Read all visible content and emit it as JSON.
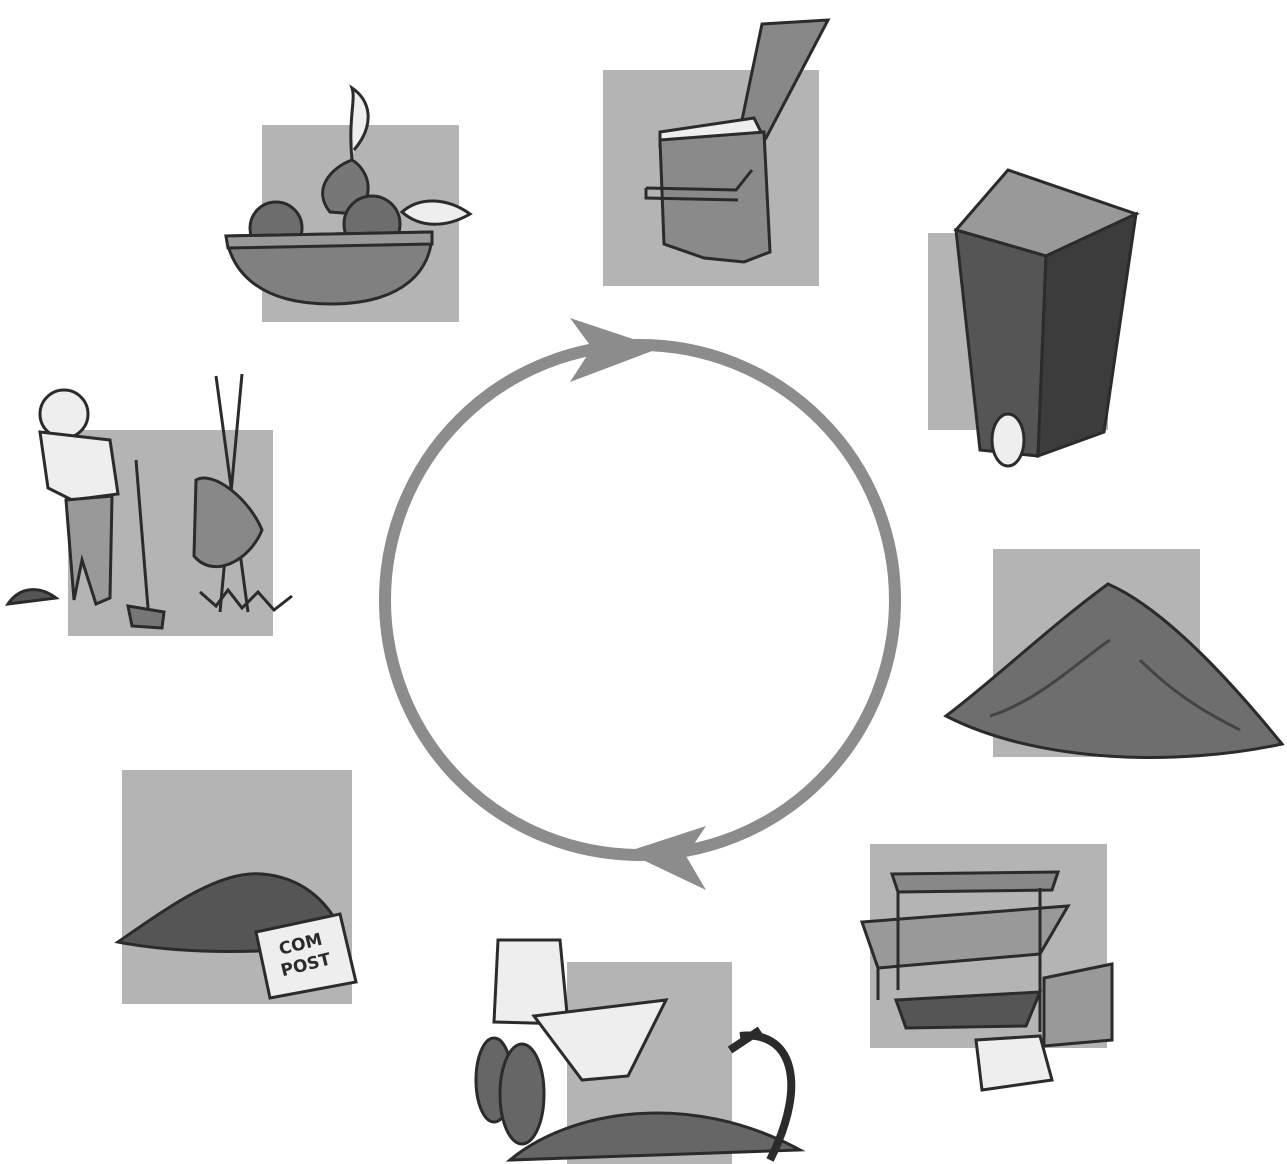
{
  "diagram": {
    "type": "cycle",
    "direction": "clockwise",
    "colors": {
      "ring": "#8c8c8c",
      "panel": "#b4b4b4",
      "ink": "#2b2b2b",
      "mid": "#777777",
      "dark": "#4a4a4a",
      "paper": "#eeeeee"
    },
    "stages": [
      {
        "icon": "fruit-bowl-icon"
      },
      {
        "icon": "kitchen-caddy-icon"
      },
      {
        "icon": "wheelie-bin-icon"
      },
      {
        "icon": "compost-heap-icon"
      },
      {
        "icon": "composting-facility-icon"
      },
      {
        "icon": "loader-tractor-icon"
      },
      {
        "icon": "compost-bag-icon"
      },
      {
        "icon": "gardener-icon"
      }
    ],
    "compost_bag": {
      "label_line1": "COM",
      "label_line2": "POST"
    }
  }
}
